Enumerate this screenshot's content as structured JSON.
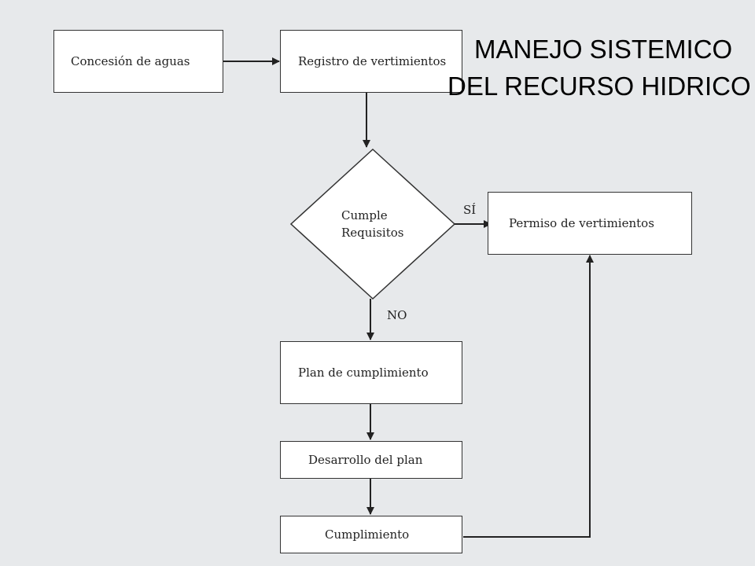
{
  "title": {
    "line1": "MANEJO SISTEMICO",
    "line2": "DEL RECURSO HIDRICO"
  },
  "nodes": {
    "concesion": "Concesión de aguas",
    "registro": "Registro de vertimientos",
    "decision_line1": "Cumple",
    "decision_line2": "Requisitos",
    "permiso": "Permiso de vertimientos",
    "plan": "Plan de cumplimiento",
    "desarrollo": "Desarrollo del plan",
    "cumplimiento": "Cumplimiento"
  },
  "edges": {
    "yes_label": "SÍ",
    "no_label": "NO"
  }
}
